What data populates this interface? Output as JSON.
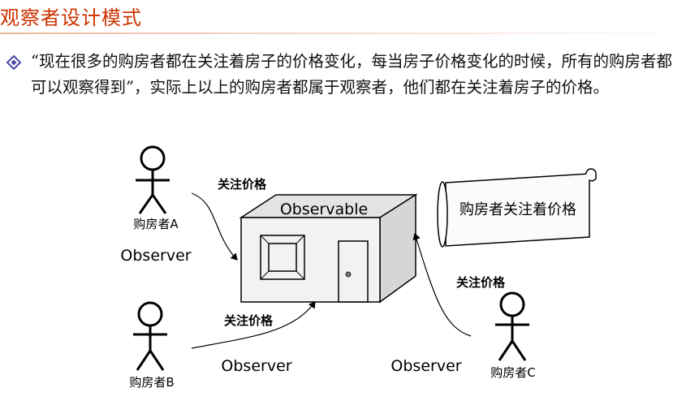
{
  "slide": {
    "title": "观察者设计模式",
    "bullet_text": "“现在很多的购房者都在关注着房子的价格变化，每当房子价格变化的时候，所有的购房者都可以观察得到”，实际上以上的购房者都属于观察者，他们都在关注着房子的价格。"
  },
  "diagram": {
    "observable_label": "Observable",
    "scroll_label": "购房者关注着价格",
    "observers": [
      {
        "name": "购房者A",
        "role": "Observer"
      },
      {
        "name": "购房者B",
        "role": "Observer"
      },
      {
        "name": "购房者C",
        "role": "Observer"
      }
    ],
    "arrow_label": "关注价格"
  },
  "colors": {
    "title": "#cc3300",
    "bullet": "#4a4aa8",
    "box_face": "#f2f2f2",
    "box_side": "#d6d6d6",
    "box_top": "#e4e4e4"
  }
}
